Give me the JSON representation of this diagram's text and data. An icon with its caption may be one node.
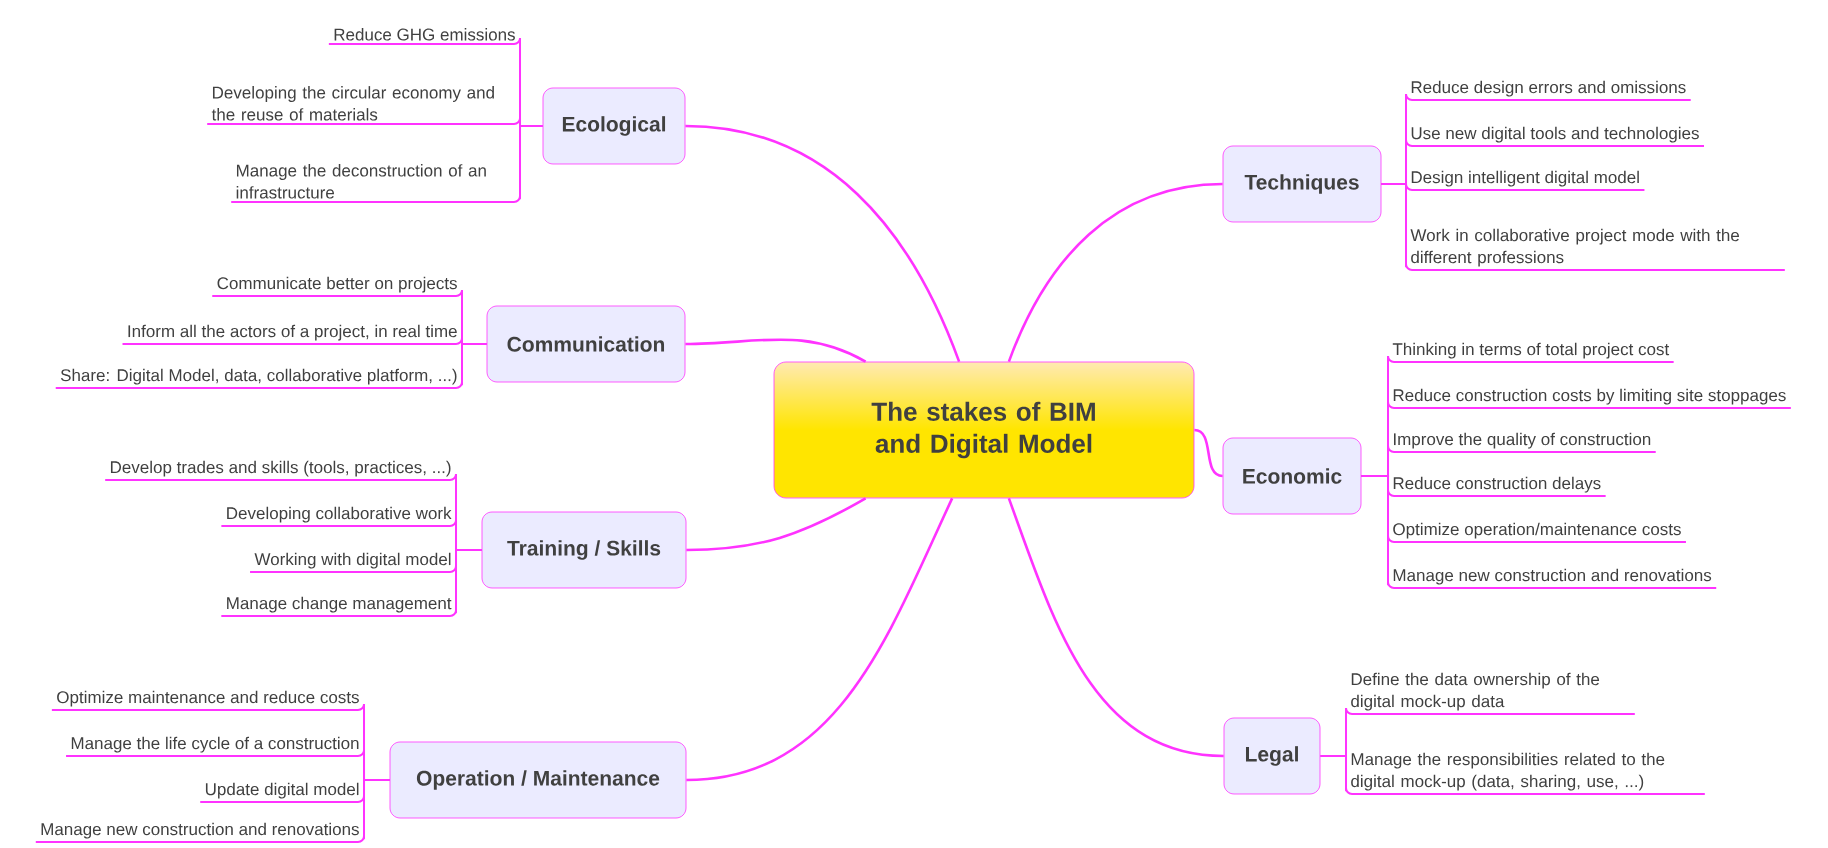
{
  "diagram": {
    "nodes": [
      {
        "text": [
          "The stakes of BIM and Digital Model"
        ]
      },
      {
        "text": [
          "Ecological"
        ]
      },
      {
        "text": [
          "Reduce GHG emissions"
        ]
      },
      {
        "text": [
          "Developing the circular economy and the reuse of materials"
        ]
      },
      {
        "text": [
          "Manage the deconstruction of an infrastructure"
        ]
      },
      {
        "text": [
          "Communication"
        ]
      },
      {
        "text": [
          "Communicate better on projects"
        ]
      },
      {
        "text": [
          "Inform all the actors of a project, in real time"
        ]
      },
      {
        "text": [
          "Share: Digital Model, data, collaborative platform, ...)"
        ]
      },
      {
        "text": [
          "Training / Skills"
        ]
      },
      {
        "text": [
          "Develop trades and skills (tools, practices, ...)"
        ]
      },
      {
        "text": [
          "Developing collaborative work"
        ]
      },
      {
        "text": [
          "Working with digital model"
        ]
      },
      {
        "text": [
          "Manage change management"
        ]
      },
      {
        "text": [
          "Operation / Maintenance"
        ]
      },
      {
        "text": [
          "Optimize maintenance and reduce costs"
        ]
      },
      {
        "text": [
          "Manage the life cycle of a construction"
        ]
      },
      {
        "text": [
          "Update digital model"
        ]
      },
      {
        "text": [
          "Manage new construction and renovations"
        ]
      },
      {
        "text": [
          "Techniques"
        ]
      },
      {
        "text": [
          "Reduce design errors and omissions"
        ]
      },
      {
        "text": [
          "Use new digital tools and technologies"
        ]
      },
      {
        "text": [
          "Design intelligent digital model"
        ]
      },
      {
        "text": [
          "Work in collaborative project mode with the different professions"
        ]
      },
      {
        "text": [
          "Economic"
        ]
      },
      {
        "text": [
          "Thinking in terms of total project cost"
        ]
      },
      {
        "text": [
          "Reduce construction costs by limiting site stoppages"
        ]
      },
      {
        "text": [
          "Improve the quality of construction"
        ]
      },
      {
        "text": [
          "Reduce construction delays"
        ]
      },
      {
        "text": [
          "Optimize operation/maintenance costs"
        ]
      },
      {
        "text": [
          "Manage new construction and renovations"
        ]
      },
      {
        "text": [
          "Legal"
        ]
      },
      {
        "text": [
          "Define the data ownership of the digital mock-up data"
        ]
      },
      {
        "text": [
          "Manage the responsibilities related to the digital mock-up (data, sharing, use, ...)"
        ]
      }
    ],
    "edges": [
      {
        "from": 0,
        "to": 1,
        "arrow": "none"
      },
      {
        "from": 1,
        "to": 2,
        "arrow": "none"
      },
      {
        "from": 1,
        "to": 3,
        "arrow": "none"
      },
      {
        "from": 1,
        "to": 4,
        "arrow": "none"
      },
      {
        "from": 0,
        "to": 5,
        "arrow": "none"
      },
      {
        "from": 5,
        "to": 6,
        "arrow": "none"
      },
      {
        "from": 5,
        "to": 7,
        "arrow": "none"
      },
      {
        "from": 5,
        "to": 8,
        "arrow": "none"
      },
      {
        "from": 0,
        "to": 9,
        "arrow": "none"
      },
      {
        "from": 9,
        "to": 10,
        "arrow": "none"
      },
      {
        "from": 9,
        "to": 11,
        "arrow": "none"
      },
      {
        "from": 9,
        "to": 12,
        "arrow": "none"
      },
      {
        "from": 9,
        "to": 13,
        "arrow": "none"
      },
      {
        "from": 0,
        "to": 14,
        "arrow": "none"
      },
      {
        "from": 14,
        "to": 15,
        "arrow": "none"
      },
      {
        "from": 14,
        "to": 16,
        "arrow": "none"
      },
      {
        "from": 14,
        "to": 17,
        "arrow": "none"
      },
      {
        "from": 14,
        "to": 18,
        "arrow": "none"
      },
      {
        "from": 0,
        "to": 19,
        "arrow": "none"
      },
      {
        "from": 19,
        "to": 20,
        "arrow": "none"
      },
      {
        "from": 19,
        "to": 21,
        "arrow": "none"
      },
      {
        "from": 19,
        "to": 22,
        "arrow": "none"
      },
      {
        "from": 19,
        "to": 23,
        "arrow": "none"
      },
      {
        "from": 0,
        "to": 24,
        "arrow": "none"
      },
      {
        "from": 24,
        "to": 25,
        "arrow": "none"
      },
      {
        "from": 24,
        "to": 26,
        "arrow": "none"
      },
      {
        "from": 24,
        "to": 27,
        "arrow": "none"
      },
      {
        "from": 24,
        "to": 28,
        "arrow": "none"
      },
      {
        "from": 24,
        "to": 29,
        "arrow": "none"
      },
      {
        "from": 24,
        "to": 30,
        "arrow": "none"
      },
      {
        "from": 0,
        "to": 31,
        "arrow": "none"
      },
      {
        "from": 31,
        "to": 32,
        "arrow": "none"
      },
      {
        "from": 31,
        "to": 33,
        "arrow": "none"
      }
    ]
  }
}
